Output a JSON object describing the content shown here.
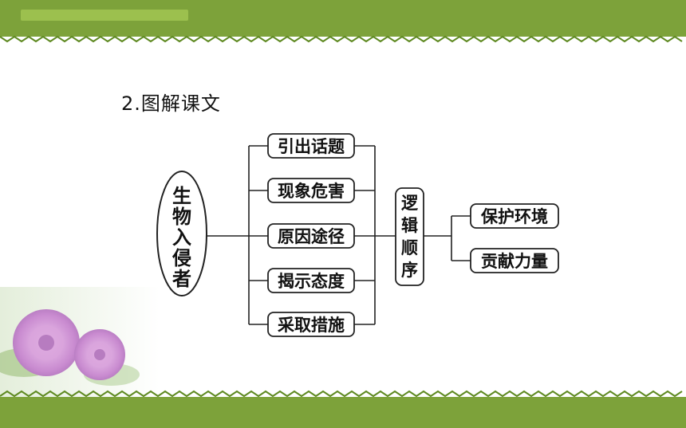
{
  "heading": "2.图解课文",
  "center_node": [
    "生",
    "物",
    "入",
    "侵",
    "者"
  ],
  "branches": [
    "引出话题",
    "现象危害",
    "原因途径",
    "揭示态度",
    "采取措施"
  ],
  "middle_node": [
    "逻",
    "辑",
    "顺",
    "序"
  ],
  "outcomes": [
    "保护环境",
    "贡献力量"
  ],
  "colors": {
    "band": "#7da23a",
    "band_light": "#9cc04e",
    "background": "#ffffff",
    "box_stroke": "#222222"
  }
}
